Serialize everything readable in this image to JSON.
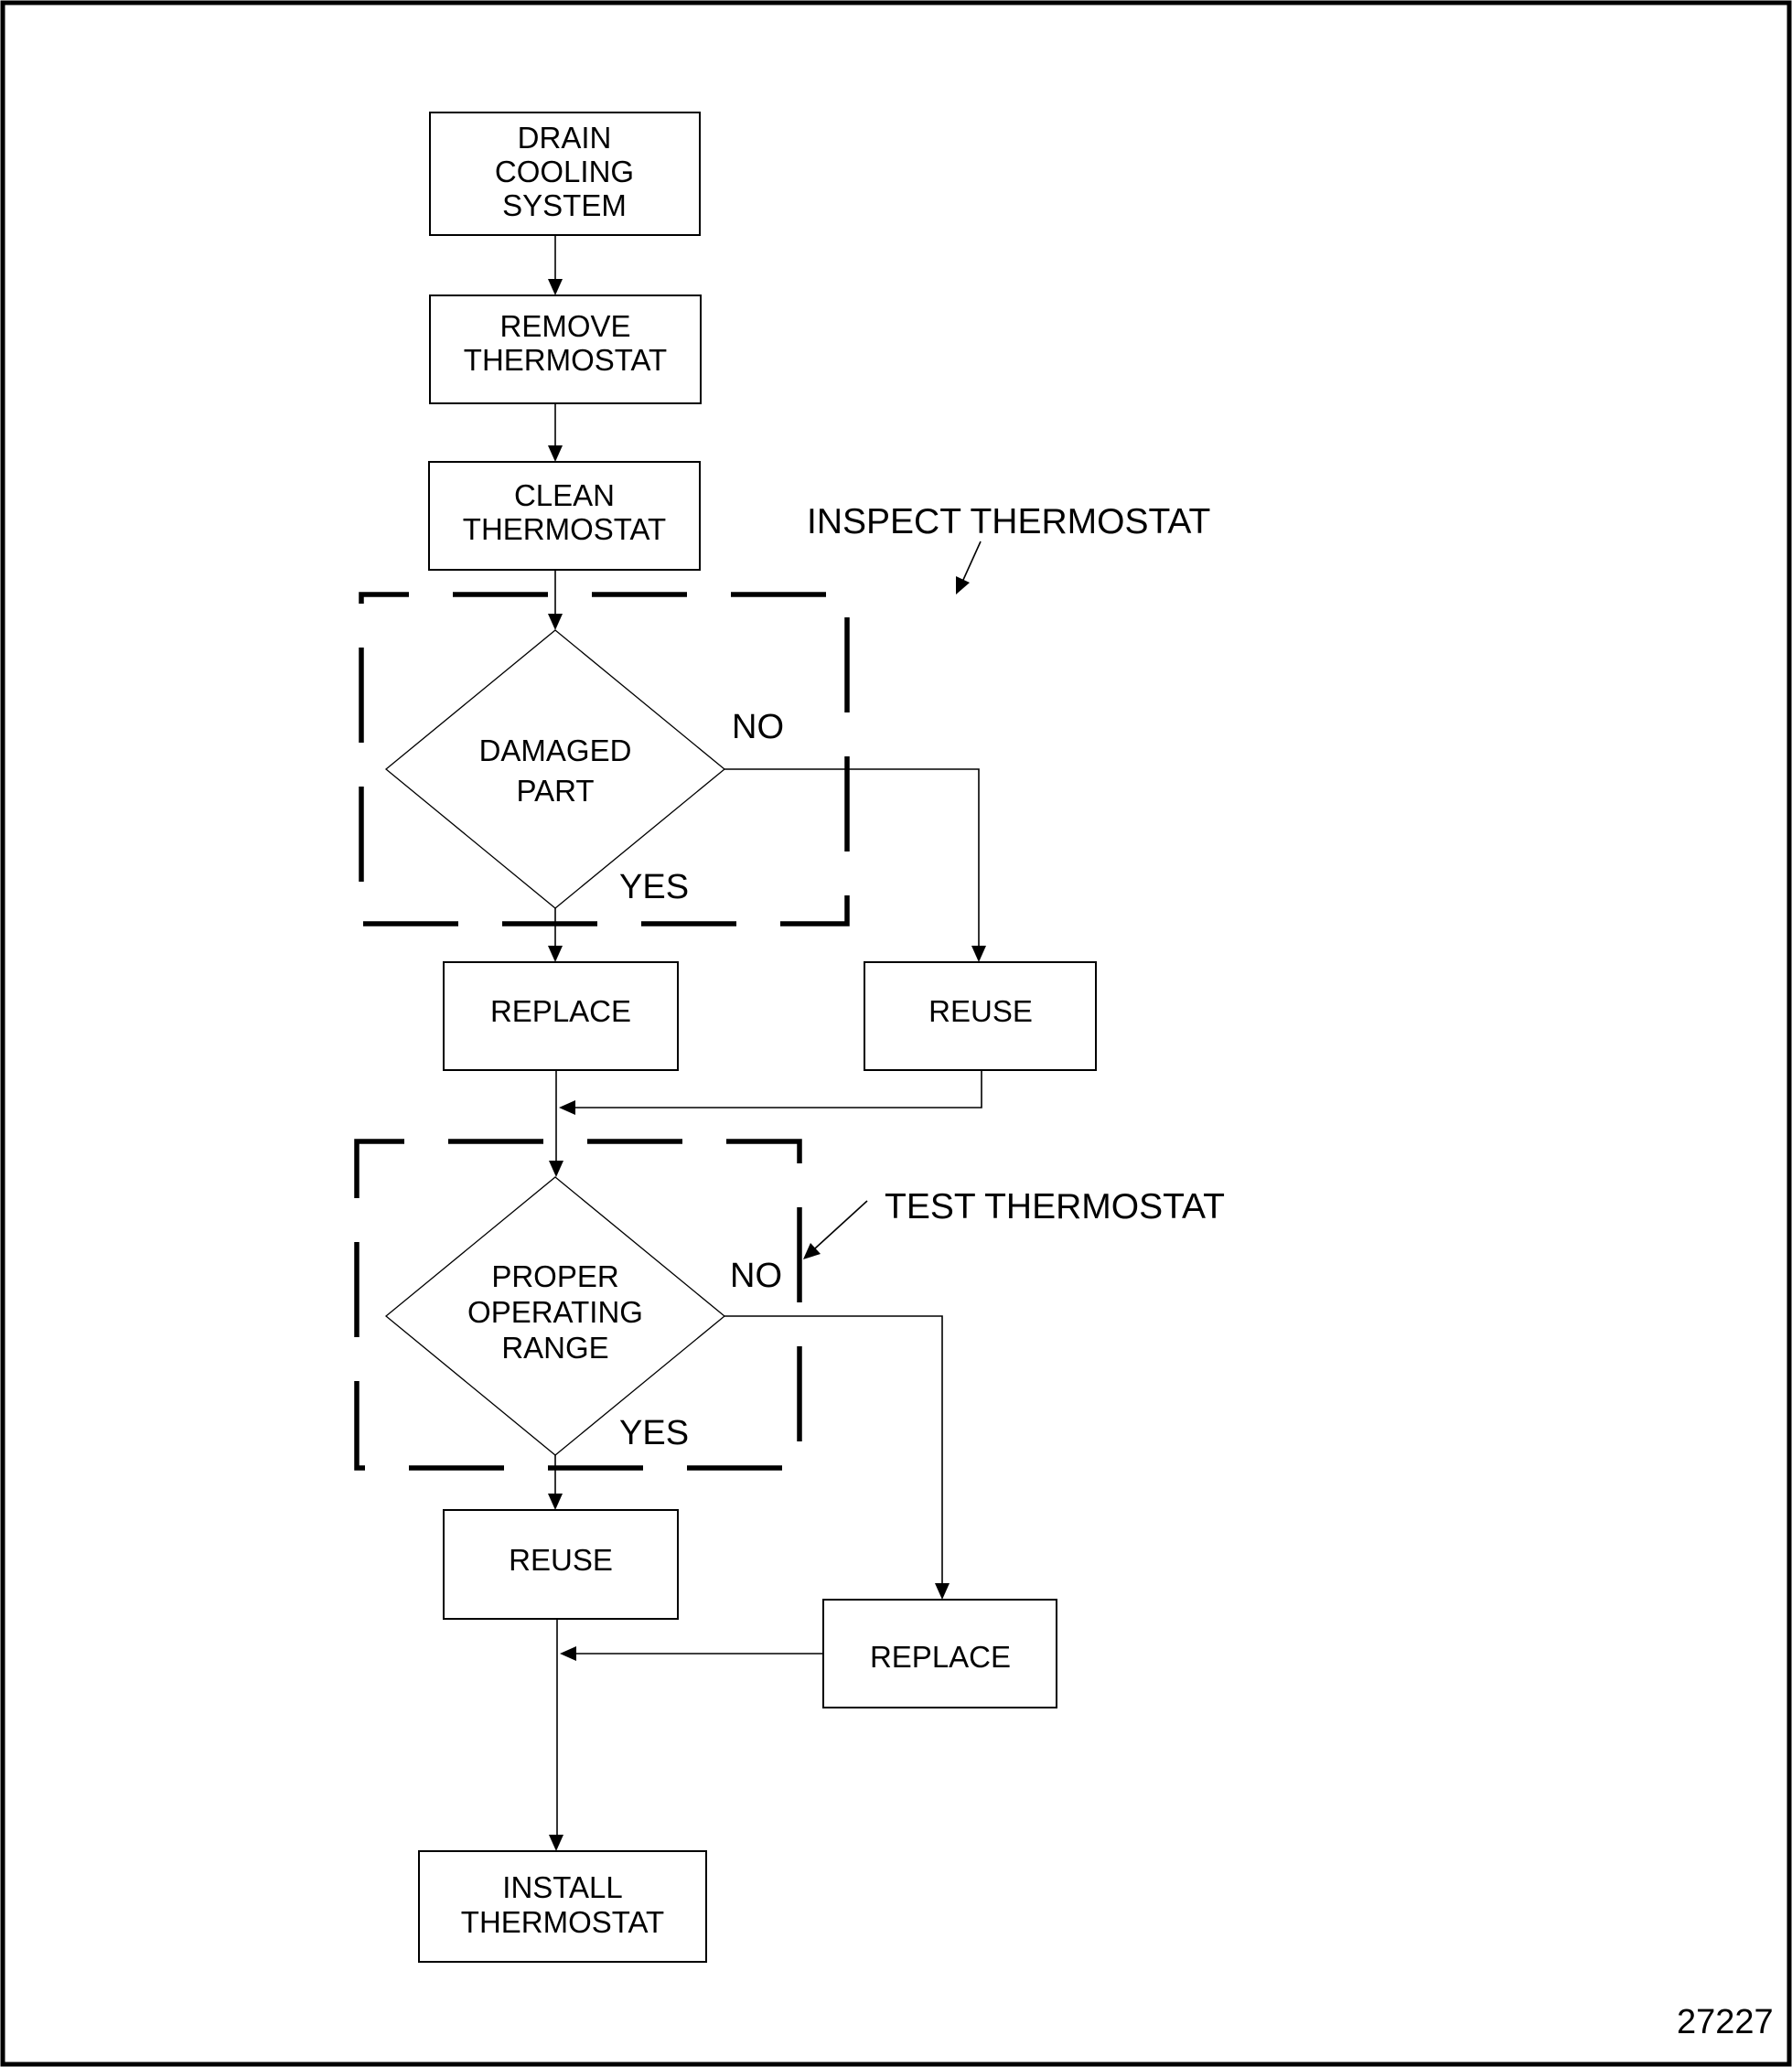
{
  "colors": {
    "ink": "#000000",
    "paper": "#ffffff"
  },
  "figure_number": "27227",
  "nodes": {
    "drain": {
      "line1": "DRAIN",
      "line2": "COOLING",
      "line3": "SYSTEM"
    },
    "remove": {
      "line1": "REMOVE",
      "line2": "THERMOSTAT"
    },
    "clean": {
      "line1": "CLEAN",
      "line2": "THERMOSTAT"
    },
    "damaged": {
      "line1": "DAMAGED",
      "line2": "PART"
    },
    "replace_damaged": {
      "line1": "REPLACE"
    },
    "reuse_undamaged": {
      "line1": "REUSE"
    },
    "range": {
      "line1": "PROPER",
      "line2": "OPERATING",
      "line3": "RANGE"
    },
    "reuse_in_range": {
      "line1": "REUSE"
    },
    "replace_out_of_range": {
      "line1": "REPLACE"
    },
    "install": {
      "line1": "INSTALL",
      "line2": "THERMOSTAT"
    }
  },
  "section_labels": {
    "inspect": "INSPECT THERMOSTAT",
    "test": "TEST THERMOSTAT"
  },
  "branch_labels": {
    "damaged_no": "NO",
    "damaged_yes": "YES",
    "range_no": "NO",
    "range_yes": "YES"
  }
}
